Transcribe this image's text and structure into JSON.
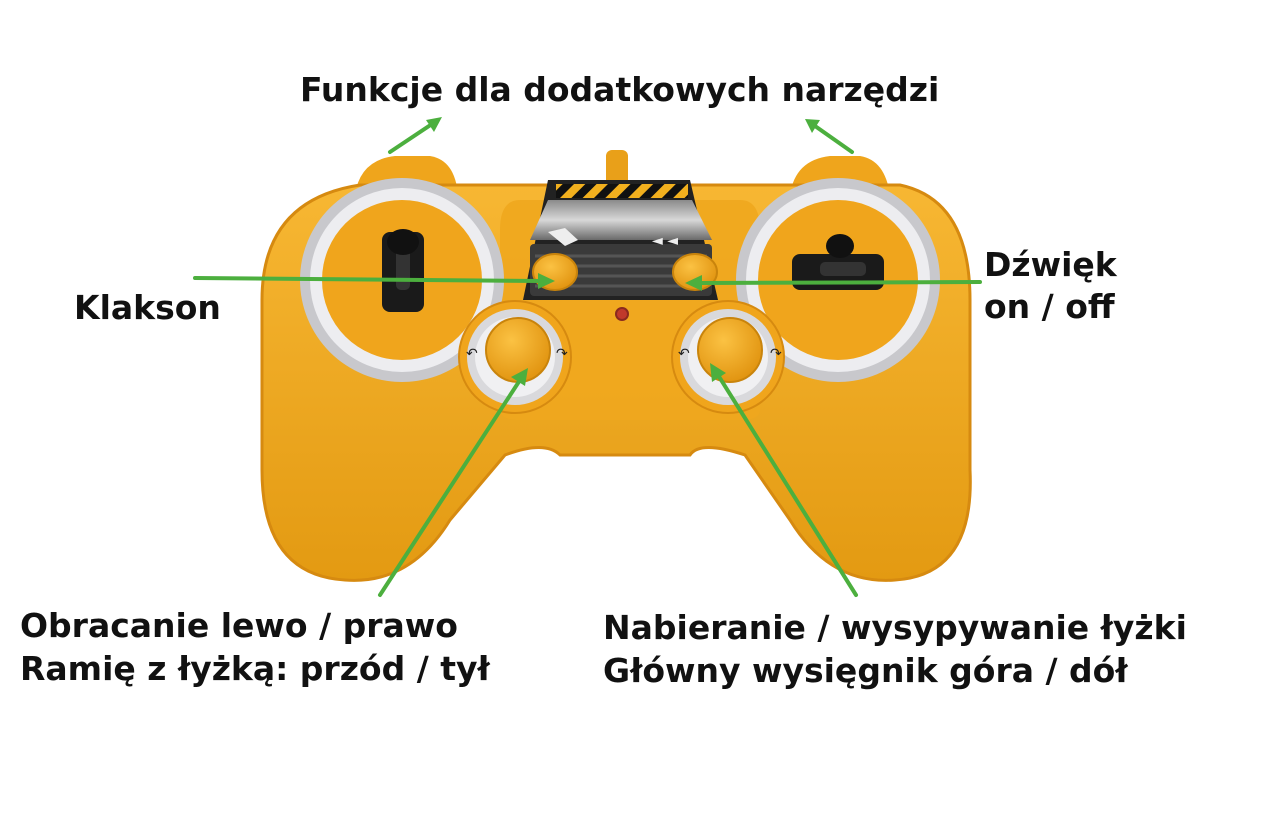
{
  "labels": {
    "extra_tools": "Funkcje dla dodatkowych narzędzi",
    "horn": "Klakson",
    "sound_line1": "Dźwięk",
    "sound_line2": "on / off",
    "left_line1": "Obracanie lewo / prawo",
    "left_line2": "Ramię z łyżką: przód / tył",
    "right_line1": "Nabieranie / wysypywanie łyżki",
    "right_line2": "Główny wysięgnik góra / dół"
  },
  "colors": {
    "controller_body": "#F2A81D",
    "controller_shade": "#D98C0E",
    "ring_silver": "#D9D9DC",
    "arrow_green": "#4CAF3E",
    "joystick_black": "#1A1A1A"
  }
}
